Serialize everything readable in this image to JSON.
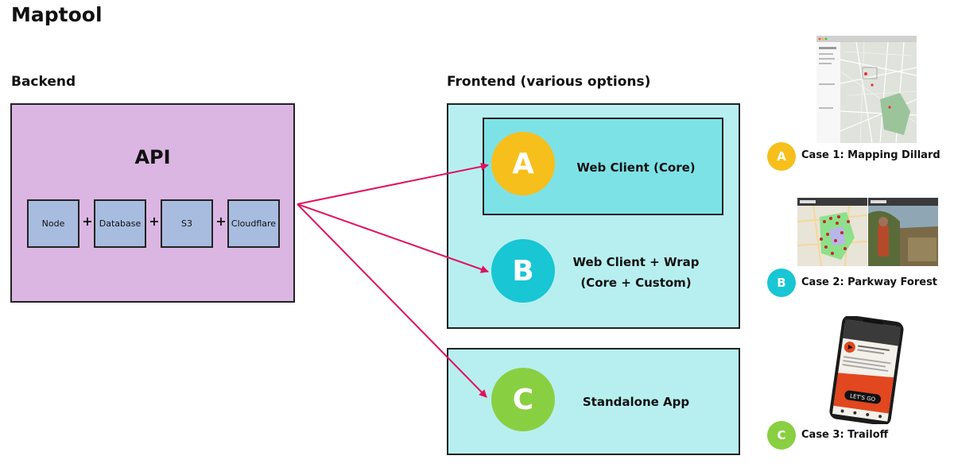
{
  "title": "Maptool",
  "backend": {
    "heading": "Backend",
    "api_label": "API",
    "components": [
      "Node",
      "Database",
      "S3",
      "Cloudflare"
    ],
    "plus": "+"
  },
  "frontend": {
    "heading": "Frontend (various options)",
    "options": [
      {
        "letter": "A",
        "label": "Web Client (Core)",
        "color": "#f7bf1b"
      },
      {
        "letter": "B",
        "label_line1": "Web Client + Wrap",
        "label_line2": "(Core + Custom)",
        "color": "#18c6d4"
      },
      {
        "letter": "C",
        "label": "Standalone App",
        "color": "#89cf42"
      }
    ]
  },
  "cases": [
    {
      "letter": "A",
      "label": "Case 1: Mapping Dillard",
      "color": "#f7bf1b"
    },
    {
      "letter": "B",
      "label": "Case 2: Parkway Forest",
      "color": "#18c6d4"
    },
    {
      "letter": "C",
      "label": "Case 3: Trailoff",
      "color": "#89cf42"
    }
  ],
  "colors": {
    "arrow": "#e0125f",
    "backend": "#dcb6e3",
    "component": "#a7bcdf",
    "frontend": "#b7eff0"
  },
  "screenshots": {
    "phone_button": "LET'S GO"
  }
}
